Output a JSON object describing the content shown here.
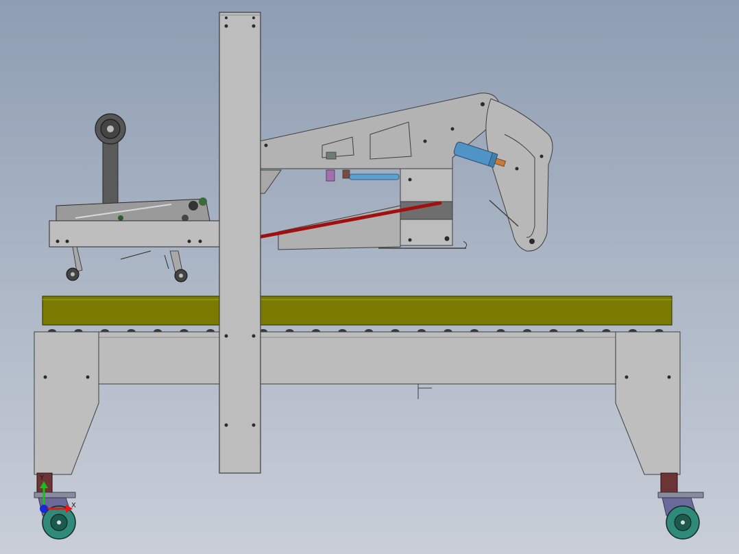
{
  "view": {
    "background_top": "#8e9db2",
    "background_bottom": "#c9ced8"
  },
  "colors": {
    "frame": "#b5b5b5",
    "frame_edge": "#404040",
    "conveyor_belt": "#7a7a00",
    "pushrod": "#a01010",
    "cylinder": "#4f93c7",
    "wheel": "#2f8a7a",
    "caster_leg": "#6b3535"
  },
  "triad": {
    "x_label": "X",
    "y_label": "Y"
  },
  "parts": [
    "main-frame",
    "vertical-column",
    "conveyor-belt",
    "upper-flap-folding-arm",
    "tape-dispenser-head",
    "pneumatic-cylinder",
    "caster-wheel-left",
    "caster-wheel-right"
  ]
}
